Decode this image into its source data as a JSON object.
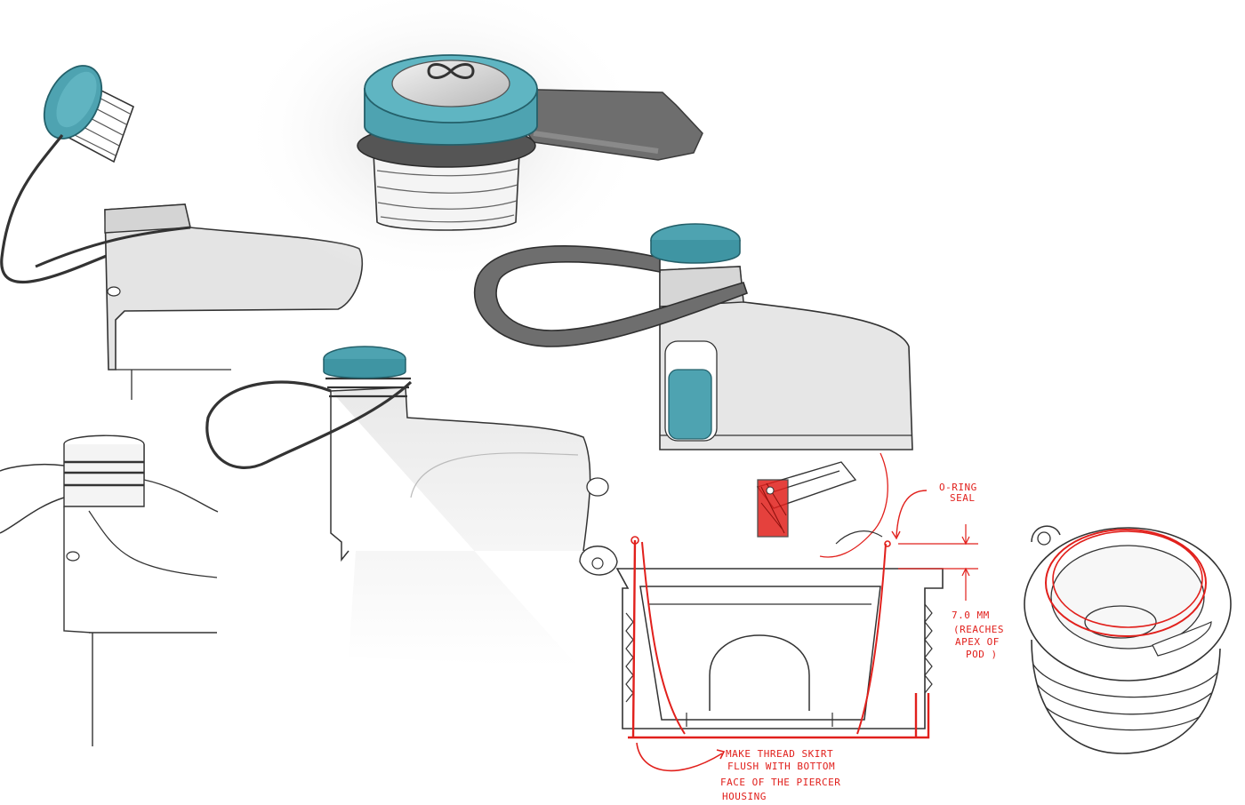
{
  "palette": {
    "teal": "#4ea3b1",
    "teal_dark": "#2f7f8c",
    "strap": "#6e6e6e",
    "bottle_fill": "#e6e6e6",
    "ink": "#2b2b2b",
    "markup_red": "#e1201c"
  },
  "symbols": {
    "cap_logo": "infinity-icon"
  },
  "annotations": {
    "oring_line1": "O-RING",
    "oring_line2": "SEAL",
    "dim_value": "7.0 MM",
    "dim_note1": "(REACHES",
    "dim_note2": "APEX OF",
    "dim_note3": "POD )",
    "note_line1": "MAKE THREAD SKIRT",
    "note_line2": "FLUSH WITH BOTTOM",
    "note_line3": "FACE OF THE PIERCER",
    "note_line4": "HOUSING"
  }
}
